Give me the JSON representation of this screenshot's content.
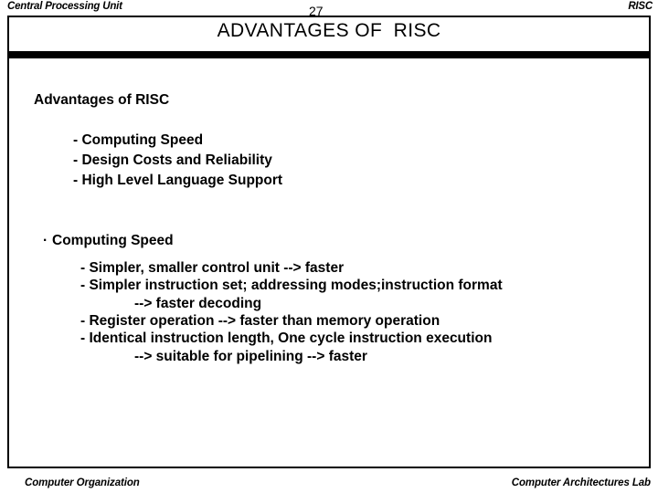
{
  "header": {
    "left": "Central Processing Unit",
    "page_number": "27",
    "right": "RISC"
  },
  "slide": {
    "title": "ADVANTAGES OF  RISC",
    "sections": [
      {
        "heading": "Advantages of RISC",
        "items": [
          "- Computing Speed",
          "- Design Costs and Reliability",
          "- High Level Language Support"
        ]
      },
      {
        "bullet": "·",
        "heading": "Computing Speed",
        "items": [
          "- Simpler, smaller control unit --> faster",
          "- Simpler instruction set; addressing modes;instruction format",
          "--> faster decoding",
          "- Register operation --> faster than memory operation",
          "- Identical instruction length, One cycle instruction execution",
          "--> suitable for pipelining --> faster"
        ]
      }
    ]
  },
  "footer": {
    "left": "Computer Organization",
    "right": "Computer Architectures Lab"
  },
  "colors": {
    "ink": "#000000",
    "background": "#ffffff"
  }
}
